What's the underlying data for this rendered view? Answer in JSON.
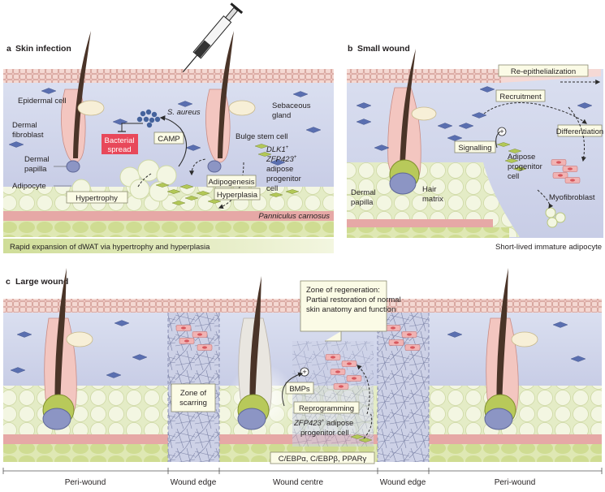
{
  "panels": {
    "a": {
      "letter": "a",
      "title": "Skin infection",
      "labels": {
        "epidermal_cell": "Epidermal cell",
        "dermal_fibroblast_1": "Dermal",
        "dermal_fibroblast_2": "fibroblast",
        "dermal_papilla_1": "Dermal",
        "dermal_papilla_2": "papilla",
        "adipocyte": "Adipocyte",
        "s_aureus": "S. aureus",
        "bacterial_spread_1": "Bacterial",
        "bacterial_spread_2": "spread",
        "camp": "CAMP",
        "sebaceous_1": "Sebaceous",
        "sebaceous_2": "gland",
        "bulge": "Bulge stem cell",
        "dlk1": "DLK1",
        "dlk1_sup": "+",
        "zfp423": "ZFP423",
        "zfp423_sup": "+",
        "adipose_1": "adipose",
        "adipose_2": "progenitor",
        "adipose_3": "cell",
        "adipogenesis": "Adipogenesis",
        "hypertrophy": "Hypertrophy",
        "hyperplasia": "Hyperplasia",
        "panniculus": "Panniculus carnosus"
      },
      "banner": "Rapid expansion of dWAT via hypertrophy and hyperplasia"
    },
    "b": {
      "letter": "b",
      "title": "Small wound",
      "labels": {
        "reepi": "Re-epithelialization",
        "recruitment": "Recruitment",
        "plus": "+",
        "differentiation": "Differentiation",
        "signalling": "Signalling",
        "adipose_1": "Adipose",
        "adipose_2": "progenitor",
        "adipose_3": "cell",
        "dermal_papilla_1": "Dermal",
        "dermal_papilla_2": "papilla",
        "hair_matrix_1": "Hair",
        "hair_matrix_2": "matrix",
        "myofibroblast": "Myofibroblast",
        "immature": "Short-lived immature adipocyte"
      }
    },
    "c": {
      "letter": "c",
      "title": "Large wound",
      "labels": {
        "zone_regen_1": "Zone of regeneration:",
        "zone_regen_2": "Partial restoration of normal",
        "zone_regen_3": "skin anatomy and function",
        "zone_scar_1": "Zone of",
        "zone_scar_2": "scarring",
        "bmps": "BMPs",
        "plus": "+",
        "reprogramming": "Reprogramming",
        "zfp423": "ZFP423",
        "zfp423_sup": "+",
        "zfp_rest": " adipose",
        "progenitor": "progenitor cell",
        "cebp": "C/EBPα, C/EBPβ, PPARγ"
      },
      "axis": [
        "Peri-wound",
        "Wound edge",
        "Wound centre",
        "Wound edge",
        "Peri-wound"
      ]
    }
  },
  "colors": {
    "epidermis": "#eac4bd",
    "dermis": "#d5d9ec",
    "fat": "#eef2d9",
    "muscle": "#e6a7a7",
    "base": "#d7e3a5",
    "bacteria_box": "#e8485a",
    "hair": "#4a3428"
  }
}
